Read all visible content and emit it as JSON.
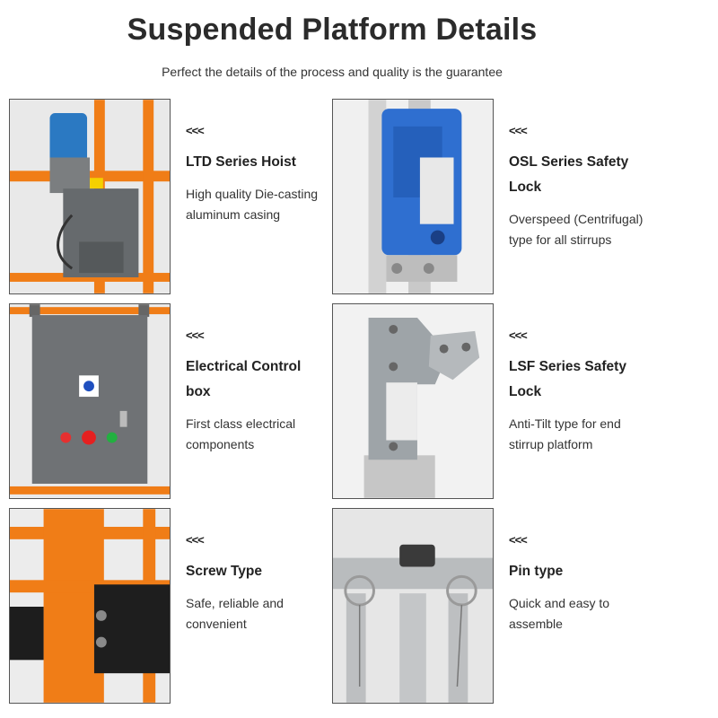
{
  "header": {
    "title": "Suspended Platform Details",
    "subtitle": "Perfect the details of the process and quality is the guarantee"
  },
  "colors": {
    "accent": "#f07d17",
    "cabinet": "#6f7275",
    "lock_blue": "#2f6fd0"
  },
  "cards": [
    {
      "arrows": "<<<",
      "heading": "LTD Series Hoist",
      "description": "High quality Die-casting aluminum casing",
      "image": "hoist-motor-photo"
    },
    {
      "arrows": "<<<",
      "heading": "OSL Series Safety Lock",
      "description": "Overspeed (Centrifugal) type for all stirrups",
      "image": "blue-safety-lock-photo"
    },
    {
      "arrows": "<<<",
      "heading": "Electrical Control box",
      "description": "First class electrical components",
      "image": "control-box-photo"
    },
    {
      "arrows": "<<<",
      "heading": "LSF Series Safety Lock",
      "description": "Anti-Tilt type for end stirrup platform",
      "image": "anti-tilt-lock-photo"
    },
    {
      "arrows": "<<<",
      "heading": "Screw Type",
      "description": "Safe, reliable and convenient",
      "image": "screw-joint-photo"
    },
    {
      "arrows": "<<<",
      "heading": "Pin type",
      "description": "Quick and easy to assemble",
      "image": "pin-joint-photo"
    }
  ]
}
